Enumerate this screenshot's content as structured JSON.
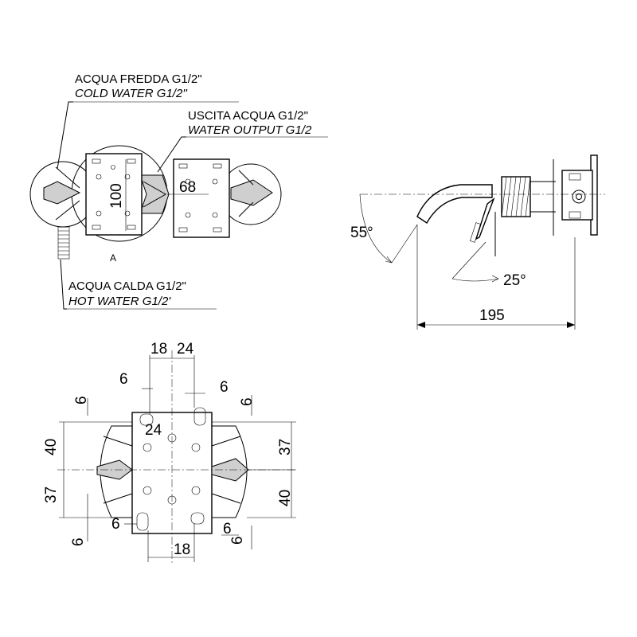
{
  "colors": {
    "line": "#000000",
    "cold_label": "#1a1ad6",
    "hot_label": "#e01414",
    "highlight_dim": "#8a8a1a"
  },
  "labels": {
    "cold_it": "ACQUA FREDDA G1/2\"",
    "cold_en": "COLD WATER G1/2''",
    "out_it": "USCITA ACQUA G1/2\"",
    "out_en": "WATER OUTPUT G1/2",
    "hot_it": "ACQUA CALDA G1/2\"",
    "hot_en": "HOT WATER G1/2'",
    "section_a": "A"
  },
  "dimensions": {
    "top_100": "100",
    "top_68": "68",
    "angle_55": "55°",
    "angle_25": "25°",
    "width_195": "195",
    "b_18_top": "18",
    "b_24_top": "24",
    "b_6_top_left": "6",
    "b_6_top_right": "6",
    "b_6_left_top": "6",
    "b_6_right_top": "6",
    "b_40_left": "40",
    "b_37_left": "37",
    "b_24_mid": "24",
    "b_37_right": "37",
    "b_40_right": "40",
    "b_6_mid_left": "6",
    "b_6_left_bottom": "6",
    "b_6_bottom_right": "6",
    "b_6_right_bottom": "6",
    "b_18_bottom": "18"
  }
}
